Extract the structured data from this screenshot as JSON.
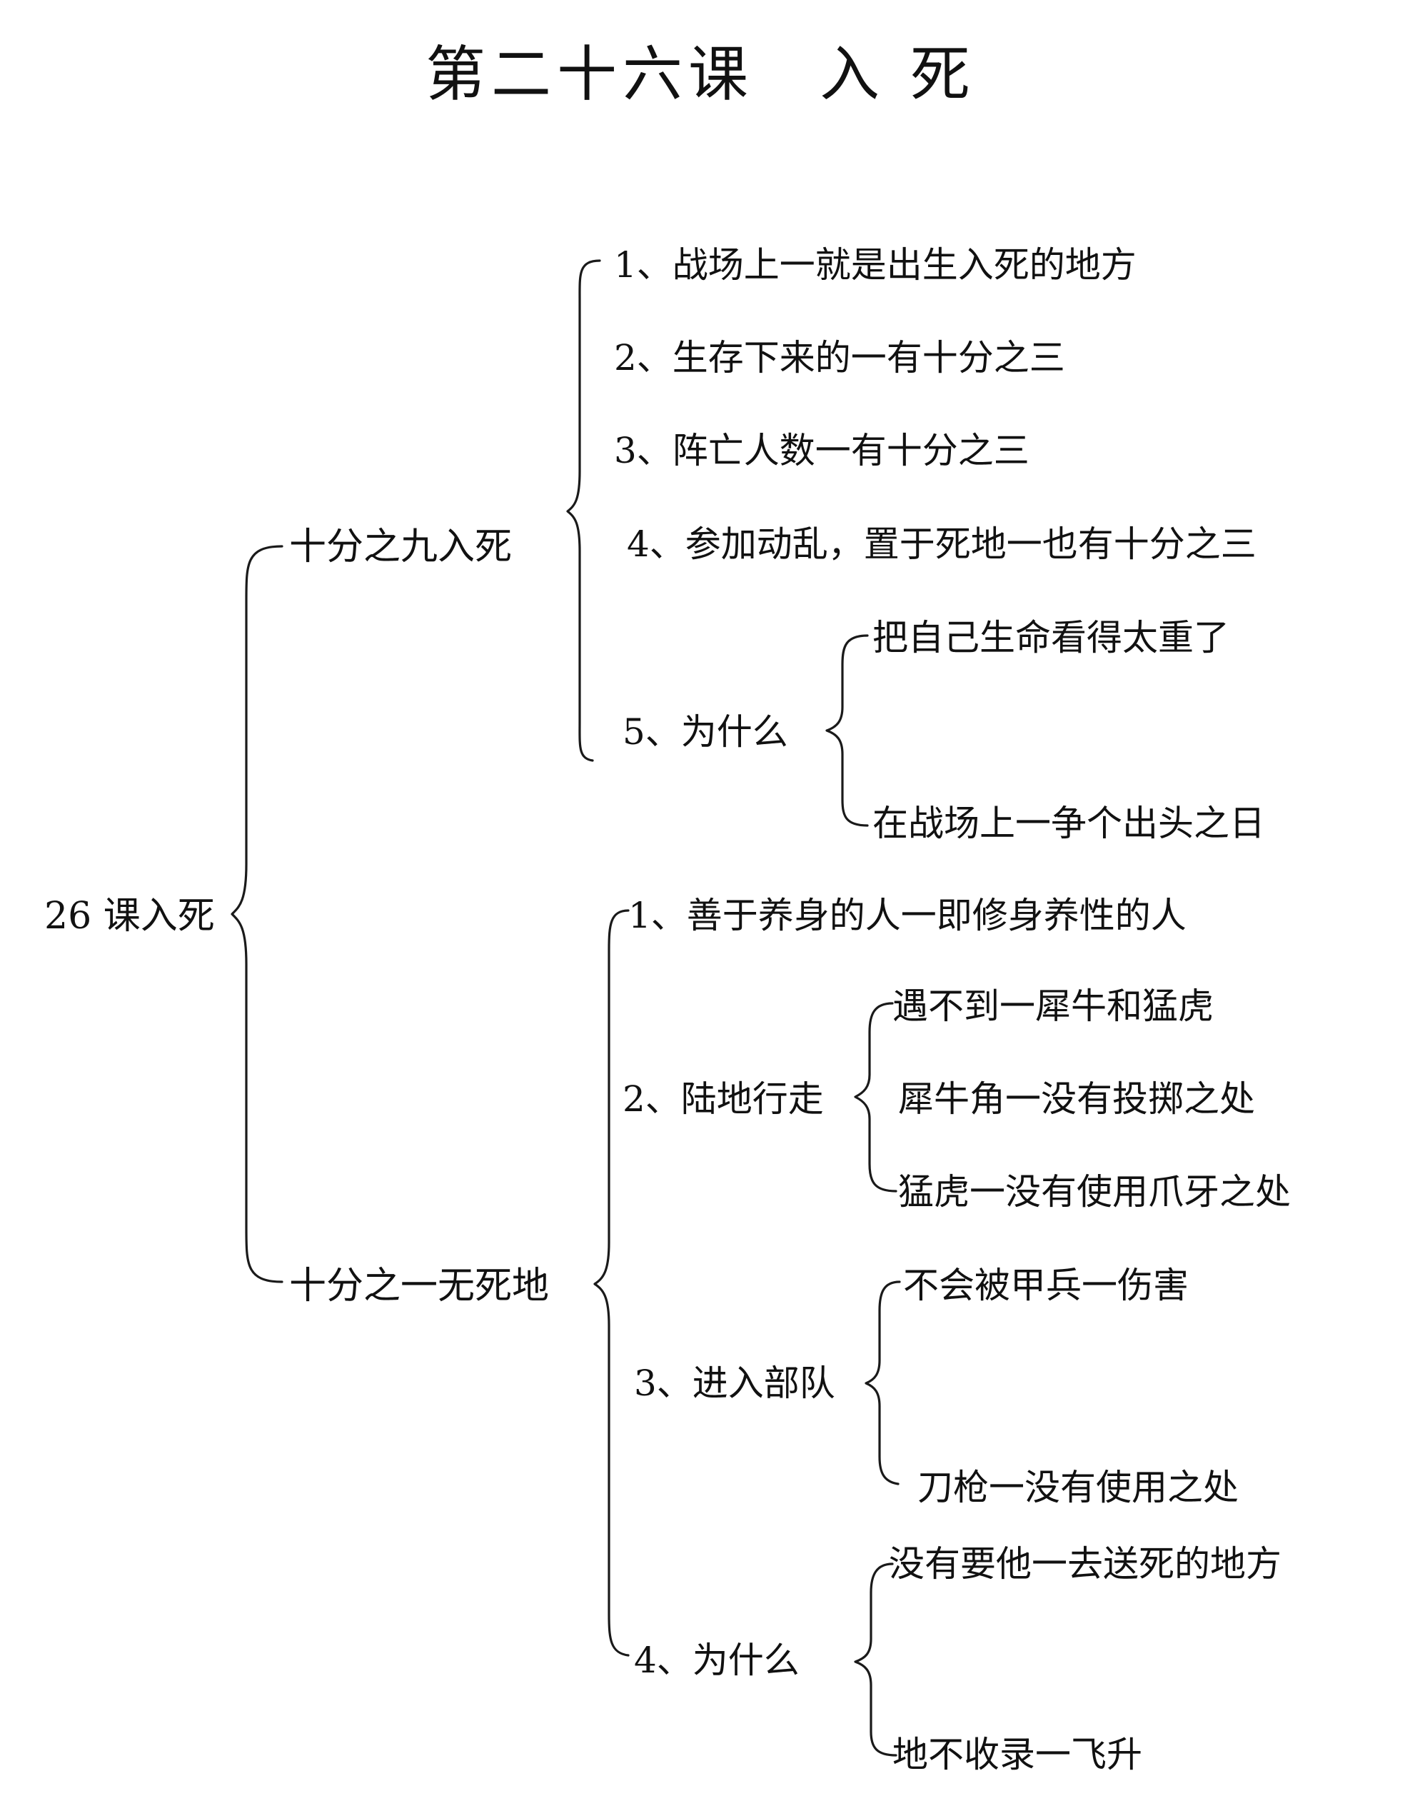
{
  "title": "第二十六课　入 死",
  "root": "26 课入死",
  "branches": [
    {
      "label": "十分之九入死",
      "items": [
        {
          "label": "1、战场上一就是出生入死的地方"
        },
        {
          "label": "2、生存下来的一有十分之三"
        },
        {
          "label": "3、阵亡人数一有十分之三"
        },
        {
          "label": "4、参加动乱，置于死地一也有十分之三"
        },
        {
          "label": "5、为什么",
          "children": [
            "把自己生命看得太重了",
            "在战场上一争个出头之日"
          ]
        }
      ]
    },
    {
      "label": "十分之一无死地",
      "items": [
        {
          "label": "1、善于养身的人一即修身养性的人"
        },
        {
          "label": "2、陆地行走",
          "children": [
            "遇不到一犀牛和猛虎",
            "犀牛角一没有投掷之处",
            "猛虎一没有使用爪牙之处"
          ]
        },
        {
          "label": "3、进入部队",
          "children": [
            "不会被甲兵一伤害",
            "刀枪一没有使用之处"
          ]
        },
        {
          "label": "4、为什么",
          "children": [
            "没有要他一去送死的地方",
            "地不收录一飞升"
          ]
        }
      ]
    }
  ]
}
